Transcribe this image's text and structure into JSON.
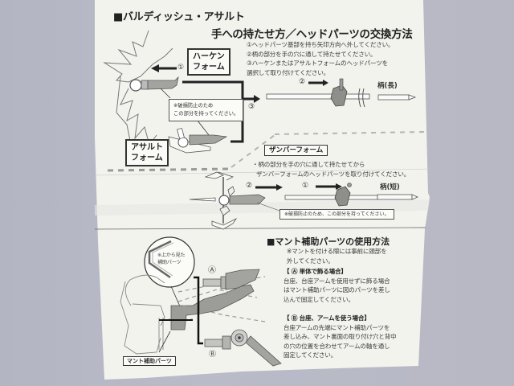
{
  "sheet": {
    "title": "■バルディッシュ・アサルト",
    "subtitle": "手への持たせ方／ヘッドパーツの交換方法",
    "steps": [
      "①ヘッドパーツ基部を持ち矢印方向へ外してください。",
      "②柄の部分を手の穴に通して持たせてください。",
      "③ハーケンまたはアサルトフォームのヘッドパーツを",
      "選択して取り付けてください。"
    ],
    "labels": {
      "haken_form": [
        "ハーケン",
        "フォーム"
      ],
      "assault_form": [
        "アサルト",
        "フォーム"
      ],
      "zamber_form": "ザンバーフォーム",
      "shaft_long": "柄(長)",
      "shaft_short": "柄(短)",
      "step1": "①",
      "step2": "②",
      "step3": "③"
    },
    "break_note": [
      "※破損防止のため",
      "この部分を持ってください。"
    ],
    "zamber": {
      "instructions": [
        "・柄の部分を手の穴に通して持たせてから",
        "ザンバーフォームのヘッドパーツを取り付けてください。"
      ],
      "break_note": "※破損防止のため、この部分を持ってください。"
    },
    "cape": {
      "title": "■マント補助パーツの使用方法",
      "note": [
        "※マントを付ける際には事前に頭部を",
        "外してください。"
      ],
      "topview_note": [
        "※上から見た",
        "補助パーツ"
      ],
      "part_label": "マント補助パーツ",
      "marker_a": "Ⓐ",
      "marker_b": "Ⓑ",
      "case_a": {
        "heading": "【 Ⓐ 単体で飾る場合】",
        "text": [
          "台座、台座アームを使用せずに飾る場合",
          "はマント補助パーツに図のパーツを差し",
          "込んで固定してください。"
        ]
      },
      "case_b": {
        "heading": "【 Ⓑ 台座、アームを使う場合】",
        "text": [
          "台座アームの先端にマント補助パーツを",
          "差し込み、マント裏面の取り付け穴と背中",
          "の穴の位置を合わせてアームの軸を通し",
          "固定してください。"
        ]
      }
    }
  },
  "colors": {
    "background": "#b6b8c5",
    "paper": "#f4f4ef",
    "ink": "#2a2a2a",
    "part_gray": "#9a9a96"
  }
}
